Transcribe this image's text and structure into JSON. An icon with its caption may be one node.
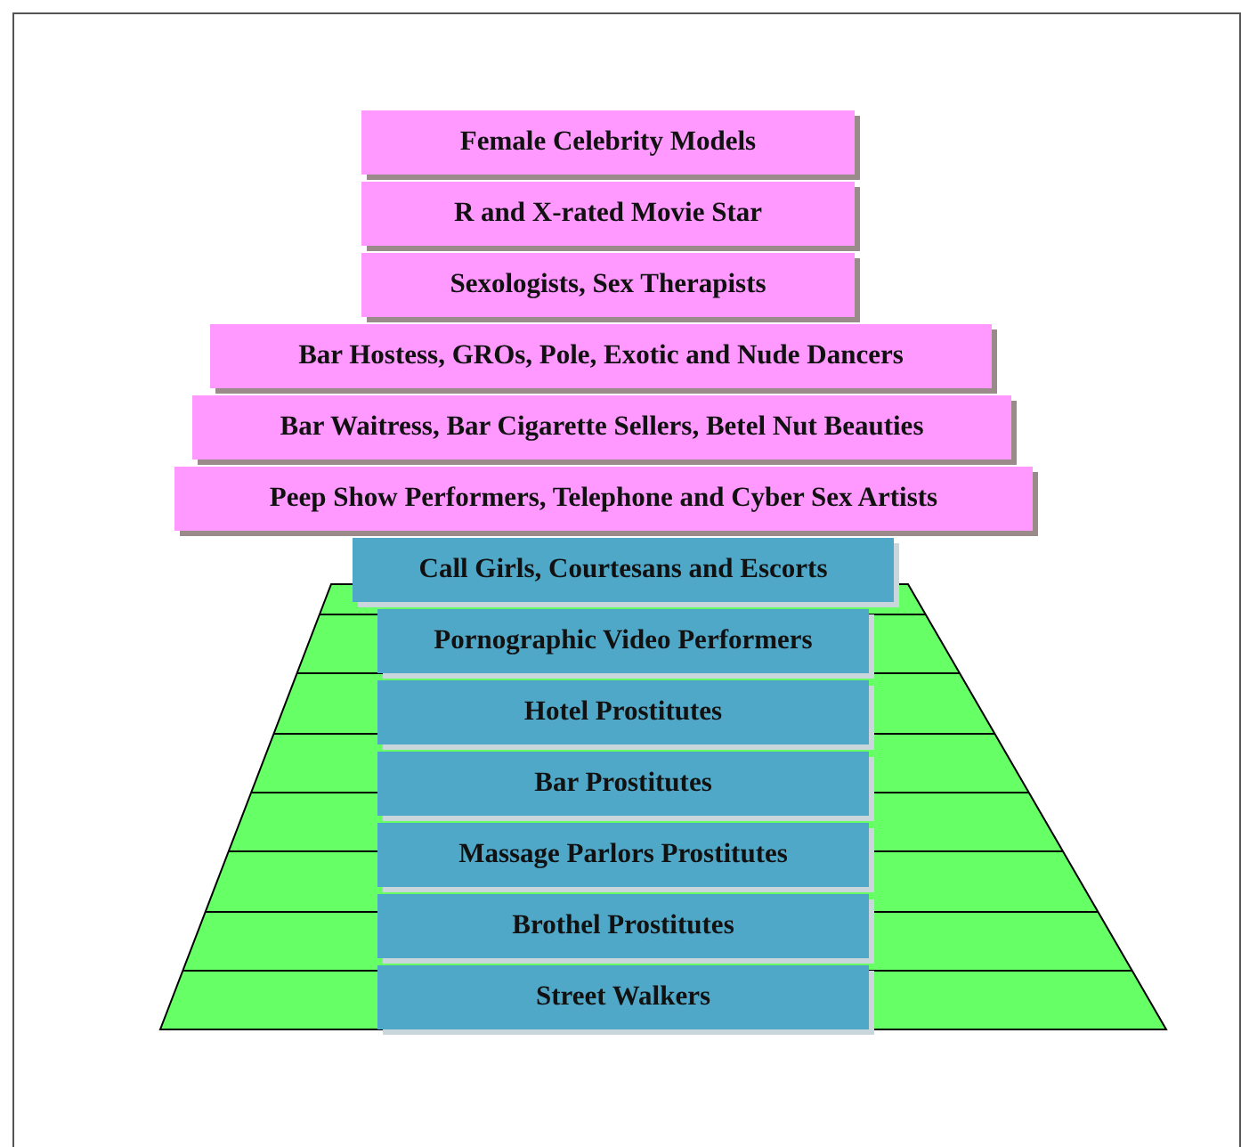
{
  "diagram": {
    "nodes": [
      {
        "text": [
          "Female Celebrity Models"
        ]
      },
      {
        "text": [
          "R and X-rated Movie Star"
        ]
      },
      {
        "text": [
          "Sexologists, Sex Therapists"
        ]
      },
      {
        "text": [
          "Bar Hostess, GROs, Pole, Exotic and Nude Dancers"
        ]
      },
      {
        "text": [
          "Bar Waitress, Bar Cigarette Sellers, Betel Nut Beauties"
        ]
      },
      {
        "text": [
          "Peep Show Performers, Telephone and Cyber Sex Artists"
        ]
      },
      {
        "text": [
          "Call Girls, Courtesans and Escorts"
        ]
      },
      {
        "text": [
          "Pornographic Video Performers"
        ]
      },
      {
        "text": [
          "Hotel Prostitutes"
        ]
      },
      {
        "text": [
          "Bar Prostitutes"
        ]
      },
      {
        "text": [
          "Massage Parlors Prostitutes"
        ]
      },
      {
        "text": [
          "Brothel Prostitutes"
        ]
      },
      {
        "text": [
          "Street Walkers"
        ]
      }
    ]
  }
}
